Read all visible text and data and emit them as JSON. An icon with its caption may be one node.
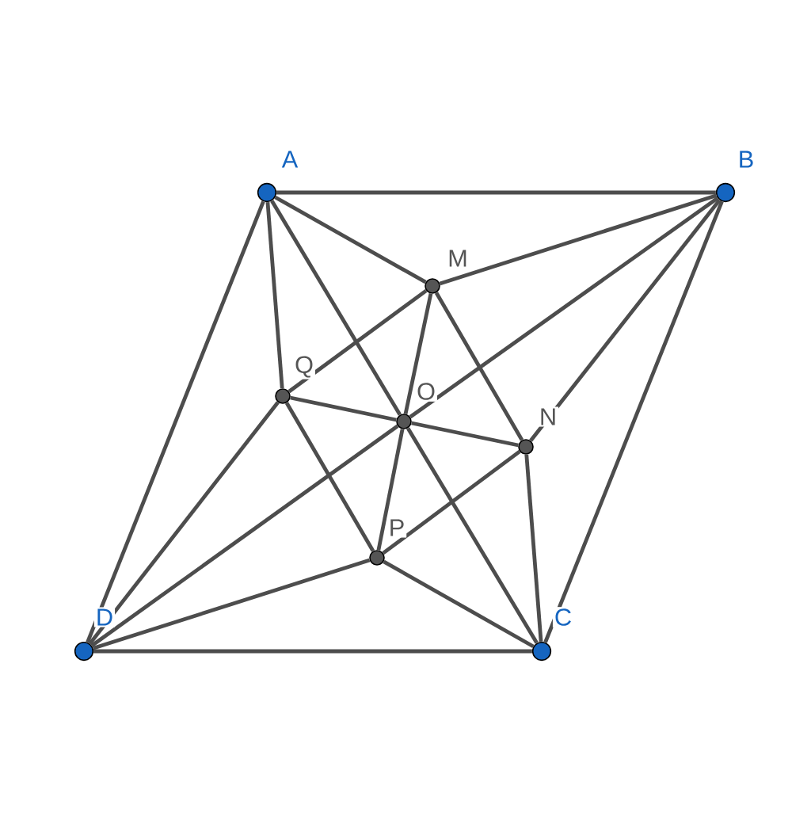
{
  "diagram": {
    "nodes": [
      {
        "text": [],
        "shape": "circle",
        "beside": [
          "A"
        ]
      },
      {
        "text": [],
        "shape": "circle",
        "beside": [
          "B"
        ]
      },
      {
        "text": [],
        "shape": "circle",
        "beside": [
          "C"
        ]
      },
      {
        "text": [],
        "shape": "circle",
        "beside": [
          "D"
        ]
      },
      {
        "text": [],
        "shape": "circle",
        "beside": [
          "M"
        ]
      },
      {
        "text": [],
        "shape": "circle",
        "beside": [
          "N"
        ]
      },
      {
        "text": [],
        "shape": "circle",
        "beside": [
          "P"
        ]
      },
      {
        "text": [],
        "shape": "circle",
        "beside": [
          "Q"
        ]
      },
      {
        "text": [],
        "shape": "circle",
        "beside": [
          "O"
        ]
      }
    ],
    "edges": [
      {
        "from": 0,
        "to": 1,
        "arrow": "none"
      },
      {
        "from": 1,
        "to": 2,
        "arrow": "none"
      },
      {
        "from": 2,
        "to": 3,
        "arrow": "none"
      },
      {
        "from": 3,
        "to": 0,
        "arrow": "none"
      },
      {
        "from": 0,
        "to": 4,
        "arrow": "none"
      },
      {
        "from": 0,
        "to": 7,
        "arrow": "none"
      },
      {
        "from": 0,
        "to": 8,
        "arrow": "none"
      },
      {
        "from": 8,
        "to": 2,
        "arrow": "none"
      },
      {
        "from": 1,
        "to": 4,
        "arrow": "none"
      },
      {
        "from": 1,
        "to": 5,
        "arrow": "none"
      },
      {
        "from": 1,
        "to": 8,
        "arrow": "none"
      },
      {
        "from": 8,
        "to": 3,
        "arrow": "none"
      },
      {
        "from": 2,
        "to": 5,
        "arrow": "none"
      },
      {
        "from": 2,
        "to": 6,
        "arrow": "none"
      },
      {
        "from": 3,
        "to": 7,
        "arrow": "none"
      },
      {
        "from": 3,
        "to": 6,
        "arrow": "none"
      },
      {
        "from": 4,
        "to": 7,
        "arrow": "none"
      },
      {
        "from": 4,
        "to": 5,
        "arrow": "none"
      },
      {
        "from": 5,
        "to": 6,
        "arrow": "none"
      },
      {
        "from": 6,
        "to": 7,
        "arrow": "none"
      },
      {
        "from": 4,
        "to": 8,
        "arrow": "none"
      },
      {
        "from": 8,
        "to": 6,
        "arrow": "none"
      },
      {
        "from": 7,
        "to": 8,
        "arrow": "none"
      },
      {
        "from": 8,
        "to": 5,
        "arrow": "none"
      }
    ]
  }
}
